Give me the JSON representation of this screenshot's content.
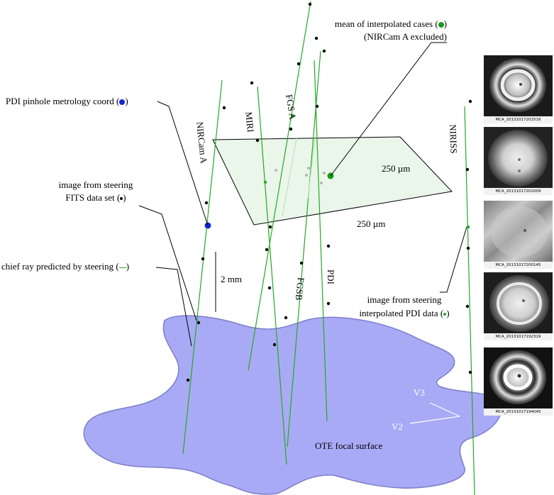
{
  "labels": {
    "mean_interpolated_line1": "mean of interpolated cases (",
    "mean_interpolated_line1_end": ")",
    "mean_interpolated_line2": "(NIRCam A excluded)",
    "pdi_pinhole": "PDI pinhole metrology coord (",
    "pdi_pinhole_end": ")",
    "fits_line1": "image from steering",
    "fits_line2": "FITS data set (",
    "fits_line2_end": ")",
    "chief_ray": "chief ray predicted by steering (",
    "chief_ray_end": ")",
    "interp_line1": "image from steering",
    "interp_line2": "interpolated PDI data (",
    "interp_line2_end": ")",
    "scale_2mm": "2 mm",
    "scale_250_right": "250  µm",
    "scale_250_bottom": "250  µm",
    "focal_surface": "OTE focal surface",
    "v2": "V2",
    "v3": "V3"
  },
  "instruments": {
    "nircam_a": "NIRCam A",
    "miri": "MIRI",
    "fgs_a": "FGS A",
    "fgsb": "FGSB",
    "pdi": "PDI",
    "niriss": "NIRISS"
  },
  "thumbnails": [
    {
      "caption": "MCA_20131017202516"
    },
    {
      "caption": "MCA_20131017202009"
    },
    {
      "caption": "MCA_20131017200145"
    },
    {
      "caption": "MCA_20131017192319"
    },
    {
      "caption": "MCA_20131017194045"
    }
  ],
  "colors": {
    "focal_surface_fill": "#a9aaf5",
    "focal_surface_stroke": "#7c7ec9",
    "plane_fill": "#e6f4e6",
    "chief_ray": "#22aa22",
    "pdi_marker": "#1028d8",
    "mean_marker": "#1a9a1a",
    "fits_point": "#000000"
  }
}
